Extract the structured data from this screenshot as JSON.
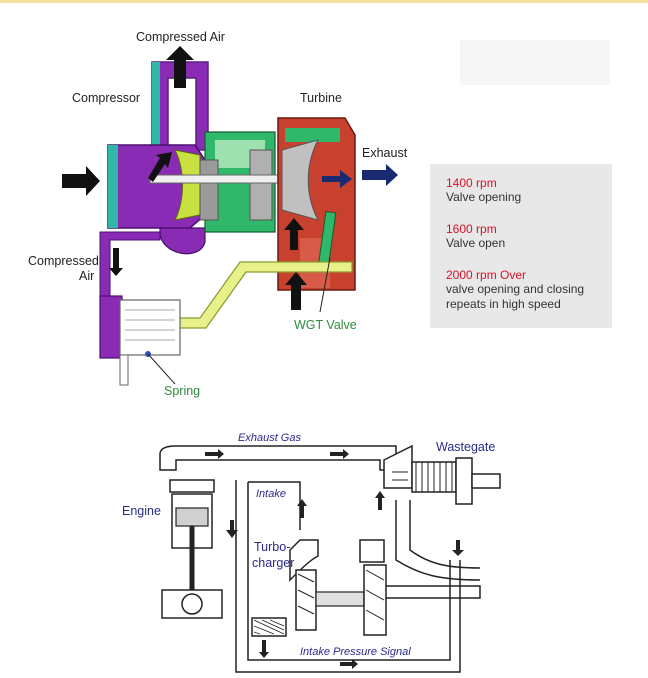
{
  "top_diagram": {
    "labels": {
      "compressed_air_top": "Compressed Air",
      "compressor": "Compressor",
      "turbine": "Turbine",
      "exhaust": "Exhaust",
      "compressed_air_left_line1": "Compressed",
      "compressed_air_left_line2": "Air",
      "wgt_valve": "WGT Valve",
      "spring": "Spring"
    },
    "info_panel": [
      {
        "rpm": "1400 rpm",
        "description": "Valve opening"
      },
      {
        "rpm": "1600 rpm",
        "description": "Valve open"
      },
      {
        "rpm": "2000 rpm Over",
        "description": "valve opening and closing repeats in high speed"
      }
    ],
    "colors": {
      "compressor": "#8a2bb5",
      "turbine": "#c8402e",
      "shaft_green": "#2fb86a",
      "oil_line": "#e8f08a",
      "panel": "#e8e8e8",
      "rpm_red": "#d8102a"
    }
  },
  "bottom_diagram": {
    "labels": {
      "exhaust_gas": "Exhaust Gas",
      "wastegate": "Wastegate",
      "intake": "Intake",
      "engine": "Engine",
      "turbo_line1": "Turbo-",
      "turbo_line2": "charger",
      "intake_pressure_signal": "Intake Pressure Signal"
    }
  }
}
